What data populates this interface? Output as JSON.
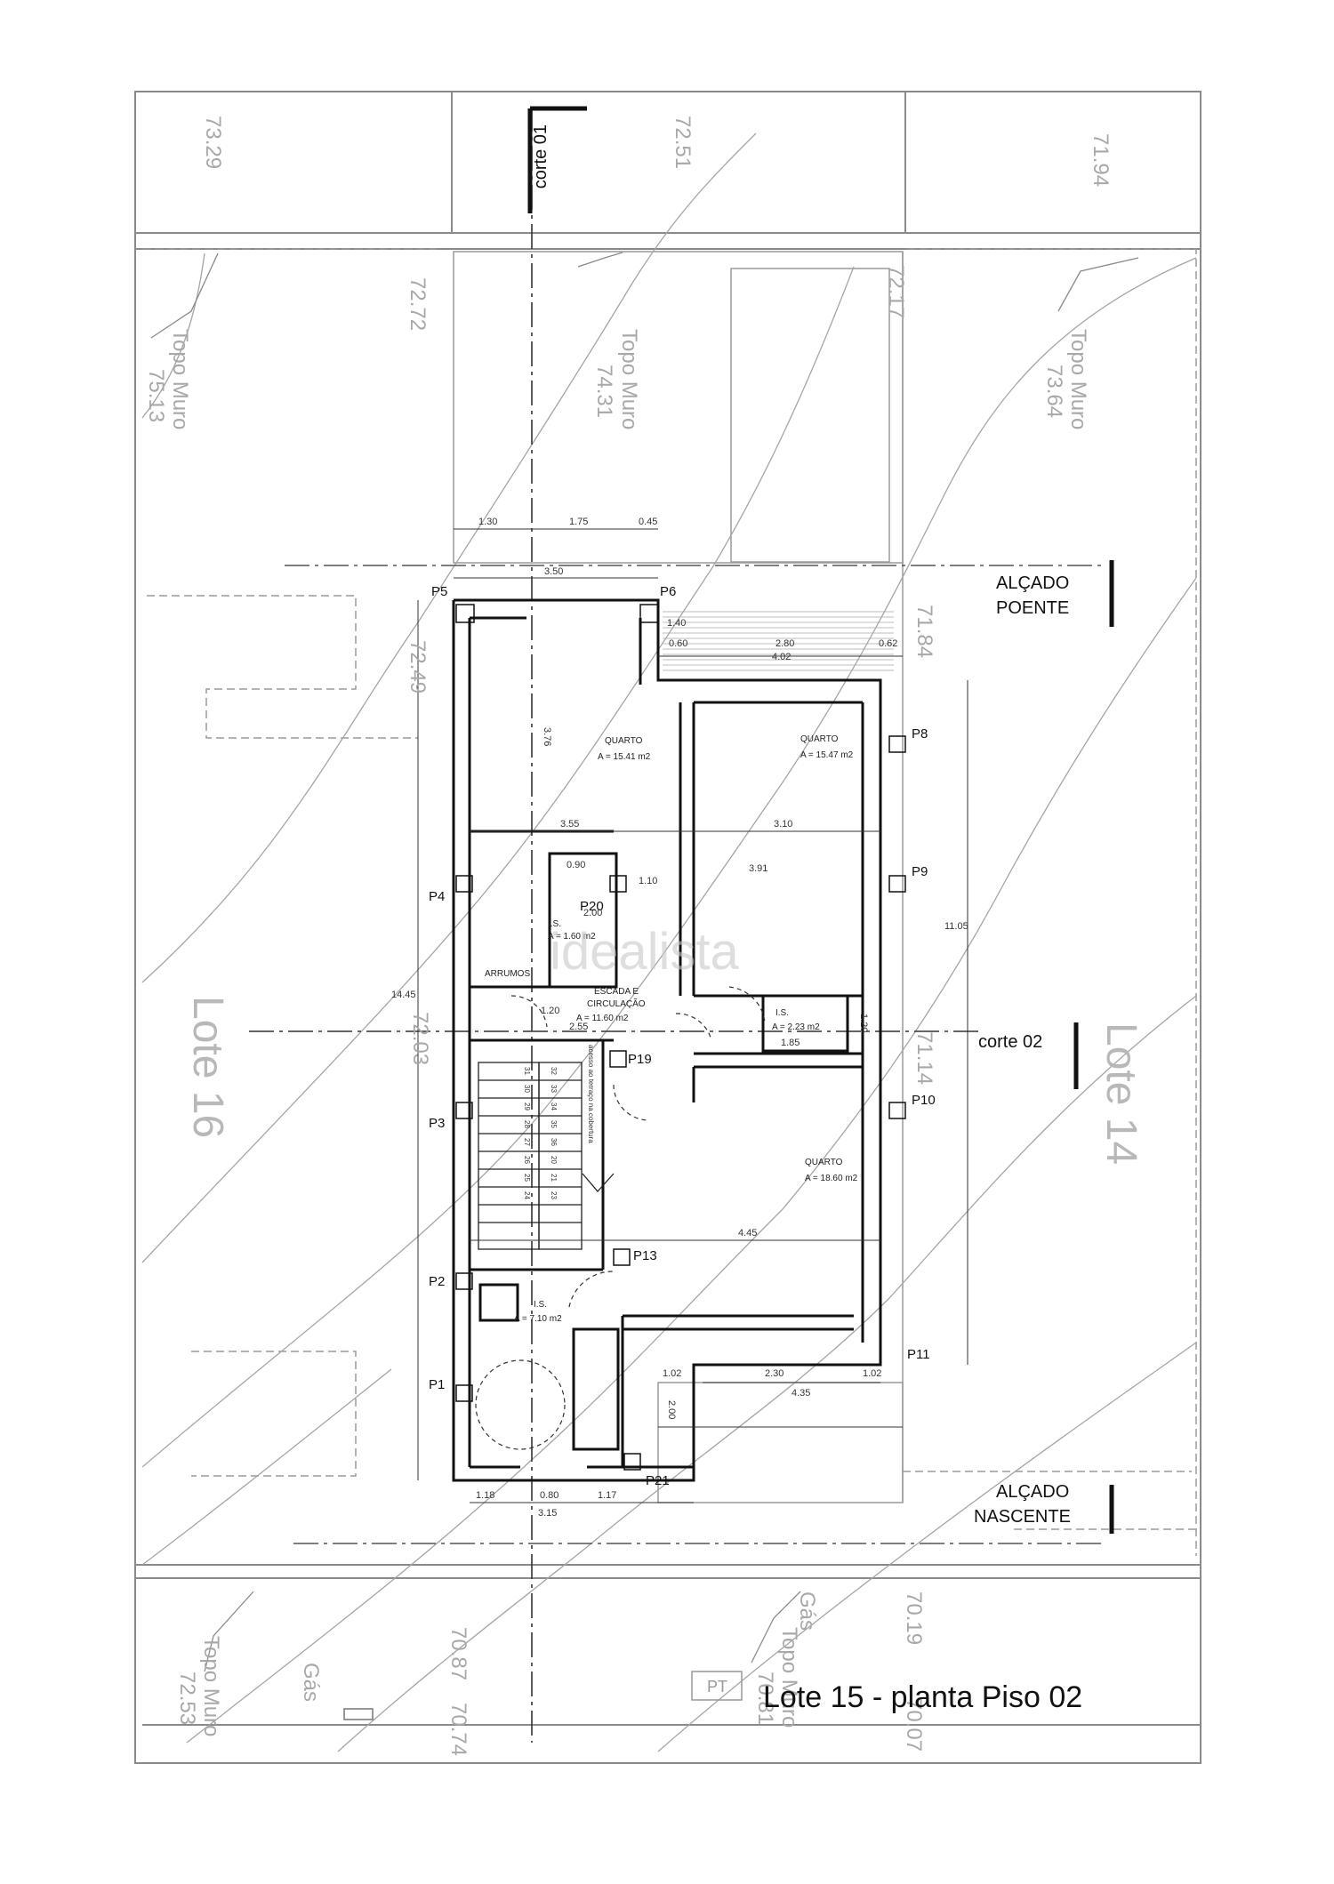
{
  "title": "Lote 15 - planta Piso 02",
  "lots": {
    "left": "Lote 16",
    "right": "Lote 14"
  },
  "sections": {
    "cut1": "corte 01",
    "cut2": "corte 02"
  },
  "elevations": {
    "west": [
      "ALÇADO",
      "POENTE"
    ],
    "east": [
      "ALÇADO",
      "NASCENTE"
    ]
  },
  "levels": {
    "top_left": "73.29",
    "top_mid": "72.51",
    "top_right": "71.94",
    "mid_a": "72.72",
    "mid_b": "72.17",
    "mid_c": "72.49",
    "mid_d": "71.84",
    "mid_e": "72.03",
    "mid_f": "71.14",
    "bot_a": "70.87",
    "bot_b": "70.74",
    "bot_c": "70.19",
    "bot_d": "70.07"
  },
  "walls": [
    {
      "label": "Topo Muro",
      "value": "75.13"
    },
    {
      "label": "Topo Muro",
      "value": "74.31"
    },
    {
      "label": "Topo Muro",
      "value": "73.64"
    },
    {
      "label": "Topo Muro",
      "value": "72.53"
    },
    {
      "label": "Topo Muro",
      "value": "70.81"
    }
  ],
  "gas": [
    "Gás",
    "Gás"
  ],
  "pt": "PT",
  "rooms": [
    {
      "name": "QUARTO",
      "area": "A = 15.41 m2"
    },
    {
      "name": "QUARTO",
      "area": "A = 15.47 m2"
    },
    {
      "name": "QUARTO",
      "area": "A = 18.60 m2"
    },
    {
      "name": "I.S.",
      "area": "A = 7.10 m2"
    },
    {
      "name": "I.S.",
      "area": "A = 2.23 m2"
    },
    {
      "name": "I.S.",
      "area": "A = 1.60 m2"
    },
    {
      "name": "ESCADA E",
      "area": "CIRCULAÇÃO"
    },
    {
      "name": "",
      "area": "A = 11.60 m2"
    },
    {
      "name": "ARRUMOS",
      "area": ""
    }
  ],
  "pillars": [
    "P1",
    "P2",
    "P3",
    "P4",
    "P5",
    "P6",
    "P8",
    "P9",
    "P10",
    "P11",
    "P13",
    "P19",
    "P20",
    "P21"
  ],
  "dims": {
    "d130": "1.30",
    "d175": "1.75",
    "d045": "0.45",
    "d350": "3.50",
    "d140": "1.40",
    "d060": "0.60",
    "d280": "2.80",
    "d062": "0.62",
    "d402": "4.02",
    "d376": "3.76",
    "d355": "3.55",
    "d310": "3.10",
    "d391": "3.91",
    "d090": "0.90",
    "d110": "1.10",
    "d200": "2.00",
    "d120": "1.20",
    "d1105": "11.05",
    "d1445": "14.45",
    "d185": "1.85",
    "d120b": "1.20",
    "d445": "4.45",
    "d102": "1.02",
    "d230": "2.30",
    "d102b": "1.02",
    "d435": "4.35",
    "d200b": "2.00",
    "d118": "1.18",
    "d080": "0.80",
    "d117": "1.17",
    "d315": "3.15",
    "d255": "2.55"
  },
  "stair_numbers": [
    "31",
    "30",
    "29",
    "28",
    "27",
    "26",
    "25",
    "24",
    "32",
    "33",
    "34",
    "35",
    "36",
    "20",
    "21",
    "23"
  ],
  "stair_note": "acesso ao terraço na cobertura",
  "watermark": "idealista"
}
